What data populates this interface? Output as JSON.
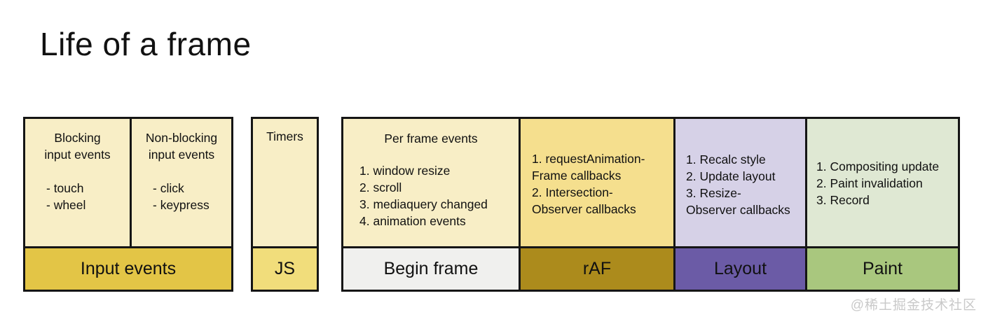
{
  "title": "Life of a frame",
  "watermark": "@稀土掘金技术社区",
  "colors": {
    "pale_yellow_content": "#F8EEC6",
    "input_events_strip": "#E3C546",
    "js_strip": "#F1DD7B",
    "raf_content": "#F5DF8E",
    "raf_strip": "#AC8B1C",
    "begin_frame_strip": "#F0F0EE",
    "layout_content": "#D6D1E7",
    "layout_strip": "#6B5BA6",
    "paint_content": "#DFE8D3",
    "paint_strip": "#A9C77E",
    "border": "#151515"
  },
  "input_events": {
    "label": "Input events",
    "blocking": {
      "title_lines": [
        "Blocking",
        "input events"
      ],
      "items": [
        "- touch",
        "- wheel"
      ]
    },
    "non_blocking": {
      "title_lines": [
        "Non-blocking",
        "input events"
      ],
      "items": [
        "- click",
        "- keypress"
      ]
    }
  },
  "js": {
    "content_title": "Timers",
    "label": "JS"
  },
  "pipeline": [
    {
      "label": "Begin frame",
      "content_title": "Per frame events",
      "lines": [
        "1. window resize",
        "2. scroll",
        "3. mediaquery changed",
        "4. animation events"
      ]
    },
    {
      "label": "rAF",
      "lines": [
        "1. requestAnimation-",
        "Frame callbacks",
        "2. Intersection-",
        "Observer callbacks"
      ]
    },
    {
      "label": "Layout",
      "lines": [
        "1. Recalc style",
        "2. Update layout",
        "3. Resize-",
        "Observer callbacks"
      ]
    },
    {
      "label": "Paint",
      "lines": [
        "1. Compositing update",
        "2. Paint invalidation",
        "3. Record"
      ]
    }
  ]
}
